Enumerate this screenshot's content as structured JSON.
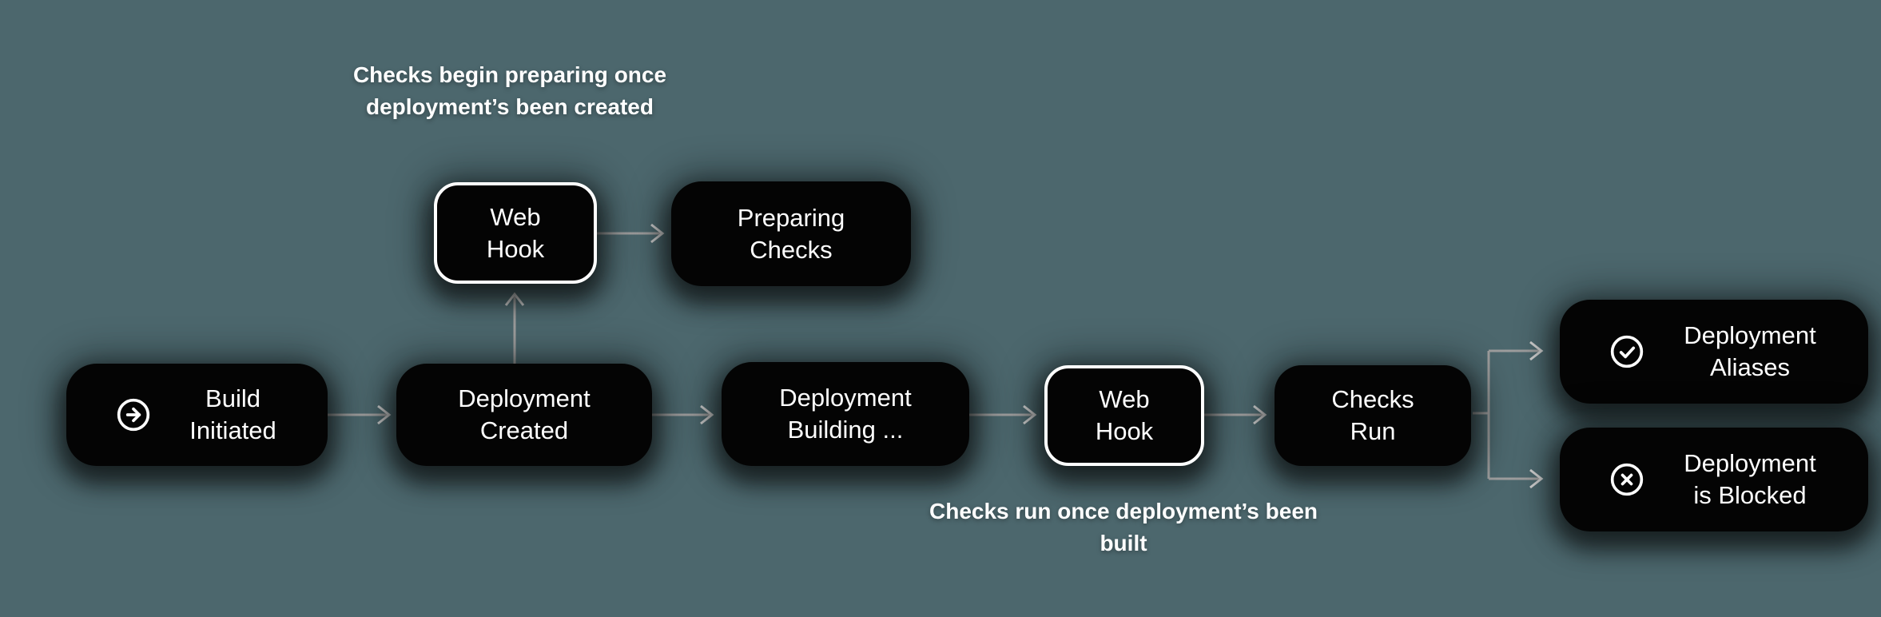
{
  "diagram": {
    "title": "deployment-pipeline-flow",
    "colors": {
      "background": "#4C676D",
      "node_fill": "#040404",
      "node_text": "#FFFFFF",
      "webhook_border": "#FFFFFF",
      "connector": "#9D9D9D",
      "connector_head": "#CDCDCD",
      "annotation_text": "#FFFFFF"
    },
    "nodes": [
      {
        "id": "build-initiated",
        "icon": "arrow-right-circle-icon",
        "lines": [
          "Build",
          "Initiated"
        ]
      },
      {
        "id": "deployment-created",
        "icon": null,
        "lines": [
          "Deployment",
          "Created"
        ]
      },
      {
        "id": "web-hook-created",
        "icon": null,
        "lines": [
          "Web",
          "Hook"
        ]
      },
      {
        "id": "preparing-checks",
        "icon": null,
        "lines": [
          "Preparing",
          "Checks"
        ]
      },
      {
        "id": "deployment-building",
        "icon": null,
        "lines": [
          "Deployment",
          "Building ..."
        ]
      },
      {
        "id": "web-hook-built",
        "icon": null,
        "lines": [
          "Web",
          "Hook"
        ]
      },
      {
        "id": "checks-run",
        "icon": null,
        "lines": [
          "Checks",
          "Run"
        ]
      },
      {
        "id": "deployment-aliases",
        "icon": "check-circle-icon",
        "lines": [
          "Deployment",
          "Aliases"
        ]
      },
      {
        "id": "deployment-blocked",
        "icon": "x-circle-icon",
        "lines": [
          "Deployment",
          "is Blocked"
        ]
      }
    ],
    "annotations": [
      {
        "id": "webhook-created-note",
        "lines": [
          "Checks begin preparing",
          "once deployment’s",
          "been created"
        ]
      },
      {
        "id": "webhook-built-note",
        "lines": [
          "Checks run once",
          "deployment’s been",
          "built"
        ]
      }
    ],
    "edges": [
      "build-initiated → deployment-created",
      "deployment-created → web-hook-created",
      "web-hook-created → preparing-checks",
      "deployment-created → deployment-building",
      "deployment-building → web-hook-built",
      "web-hook-built → checks-run",
      "checks-run → deployment-aliases",
      "checks-run → deployment-blocked"
    ]
  }
}
